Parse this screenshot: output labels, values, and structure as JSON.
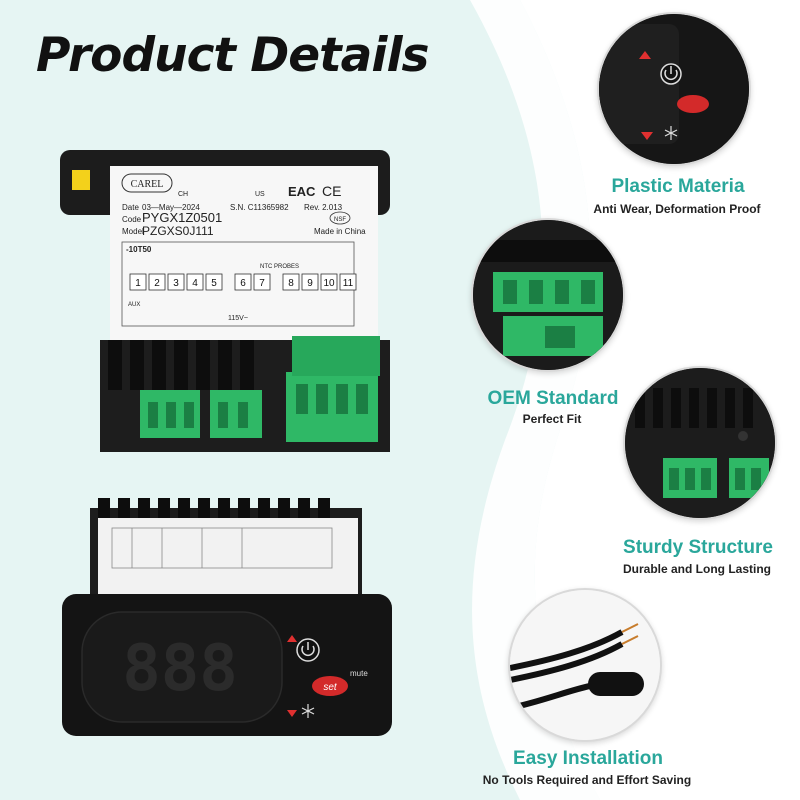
{
  "heading": "Product Details",
  "colors": {
    "accent": "#2aa79b",
    "background_tint": "#e6f5f3",
    "body": "#141414",
    "terminal_green": "#2fb866"
  },
  "device_top": {
    "brand": "CAREL",
    "ch": "CH",
    "date_label": "Date",
    "date": "03—May—2024",
    "sn": "S.N. C11365982",
    "rev": "Rev. 2.013",
    "code_label": "Code",
    "code": "PYGX1Z0501",
    "model_label": "Model",
    "model": "PZGXS0J111",
    "made_in": "Made in China",
    "ntc": "-10T50",
    "ntc_probes": "NTC PROBES",
    "voltage": "115V~",
    "terminals": [
      "1",
      "2",
      "3",
      "4",
      "5",
      "6",
      "7",
      "8",
      "9",
      "10",
      "11"
    ],
    "aux": "AUX",
    "nsf": "NSF",
    "us": "US",
    "eac": "EAC",
    "ce": "CE"
  },
  "device_front": {
    "display": "888",
    "mute": "mute",
    "set": "set"
  },
  "features": [
    {
      "title": "Plastic Materia",
      "subtitle": "Anti Wear, Deformation Proof"
    },
    {
      "title": "OEM Standard",
      "subtitle": "Perfect Fit"
    },
    {
      "title": "Sturdy Structure",
      "subtitle": "Durable and Long Lasting"
    },
    {
      "title": "Easy Installation",
      "subtitle": "No Tools Required and Effort Saving"
    }
  ],
  "icons": [
    "power-icon",
    "set-button-icon",
    "defrost-icon",
    "up-arrow-icon",
    "down-arrow-icon"
  ]
}
